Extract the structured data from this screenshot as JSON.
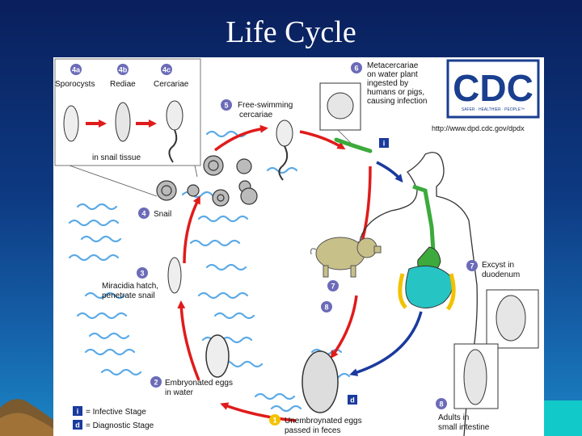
{
  "title": "Life Cycle",
  "colors": {
    "cycle_arrow": "#e01b1b",
    "host_arrow": "#1a3a9e",
    "badge": "#6b6bb8",
    "badge_exit": "#f2c200",
    "water": "#5aa9e6",
    "pig": "#c8c089",
    "intestine": "#27c4c4",
    "stomach": "#3caa3c"
  },
  "cdc": {
    "letters": "CDC",
    "tagline": "SAFER · HEALTHIER · PEOPLE™",
    "url": "http://www.dpd.cdc.gov/dpdx"
  },
  "legend": {
    "infective_badge": "i",
    "infective_label": "= Infective Stage",
    "diagnostic_badge": "d",
    "diagnostic_label": "= Diagnostic Stage"
  },
  "snail_box": {
    "stage_4a": {
      "badge": "4a",
      "label": "Sporocysts"
    },
    "stage_4b": {
      "badge": "4b",
      "label": "Rediae"
    },
    "stage_4c": {
      "badge": "4c",
      "label": "Cercariae"
    },
    "caption": "in snail tissue"
  },
  "stages": {
    "s1": {
      "badge": "1",
      "line1": "Unembroynated eggs",
      "line2": "passed in feces"
    },
    "s2": {
      "badge": "2",
      "line1": "Embryonated eggs",
      "line2": "in water"
    },
    "s3": {
      "badge": "3",
      "line1": "Miracidia hatch,",
      "line2": "penetrate snail"
    },
    "s4": {
      "badge": "4",
      "line1": "Snail"
    },
    "s5": {
      "badge": "5",
      "line1": "Free-swimming",
      "line2": "cercariae"
    },
    "s6": {
      "badge": "6",
      "line1": "Metacercariae",
      "line2": "on water plant",
      "line3": "ingested by",
      "line4": "humans or pigs,",
      "line5": "causing infection"
    },
    "s7": {
      "badge": "7",
      "line1": "Excyst in",
      "line2": "duodenum"
    },
    "s8": {
      "badge": "8",
      "line1": "Adults in",
      "line2": "small intestine"
    }
  },
  "pig_badges": {
    "a": "7",
    "b": "8"
  },
  "marker_i": "i",
  "marker_d": "d"
}
